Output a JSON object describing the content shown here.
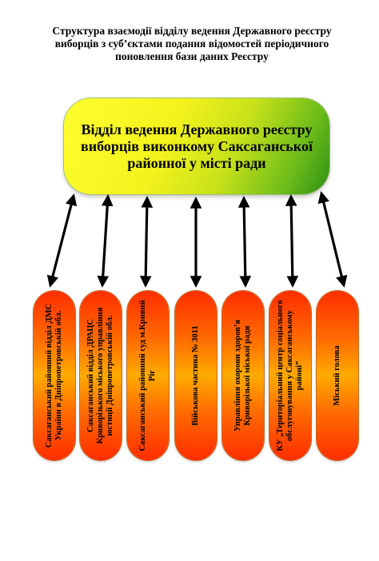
{
  "title": "Структура взаємодії відділу ведення Державного реєстру виборців з суб’єктами подання відомостей періодичного поновлення бази даних Реєстру",
  "main_unit": {
    "label": "Відділ ведення Державного реєстру виборців виконкому Саксаганської районної у місті ради"
  },
  "units": [
    {
      "label": "Саксаганський районний відділ ДМС України в Дніпропетровській обл."
    },
    {
      "label": "Саксаганський відділ ДРАЦС Криворізького міського управління юстиції Дніпропетровській обл."
    },
    {
      "label": "Саксаганський районний суд м.Кривий Ріг"
    },
    {
      "label": "Військова частина № 3011"
    },
    {
      "label": "Управління охорони здоров’я Криворізької міської ради"
    },
    {
      "label": "КУ „Територіальний центр соціального обслуговування у Саксаганському районі”"
    },
    {
      "label": "Міський голова"
    }
  ],
  "colors": {
    "main_box_gradient": [
      "#ffff30",
      "#2e8f16"
    ],
    "unit_gradient": [
      "#ff2d00",
      "#ffab00"
    ],
    "arrow": "#000000"
  }
}
